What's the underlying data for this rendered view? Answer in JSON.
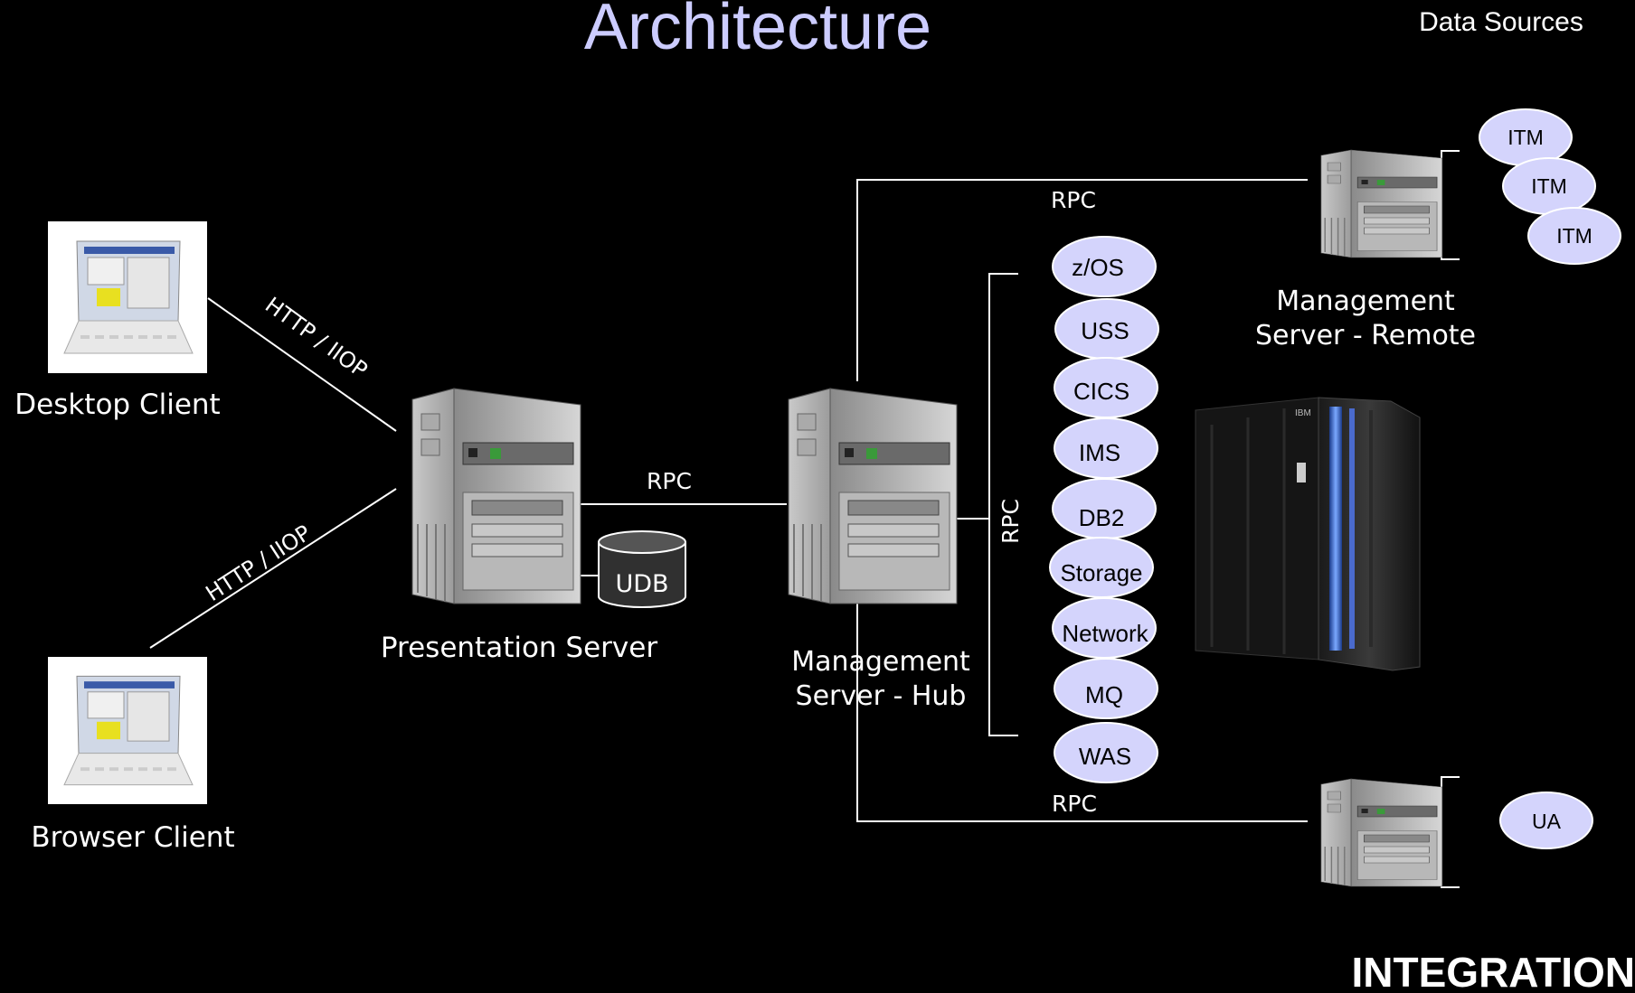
{
  "title": "Architecture",
  "data_sources_label": "Data Sources",
  "footer": "INTEGRATION",
  "clients": {
    "desktop": "Desktop Client",
    "browser": "Browser Client"
  },
  "links": {
    "desktop_protocol": "HTTP / IIOP",
    "browser_protocol": "HTTP / IIOP",
    "pres_to_hub": "RPC",
    "hub_to_remote": "RPC",
    "hub_to_sources": "RPC",
    "hub_to_ua": "RPC"
  },
  "servers": {
    "presentation": "Presentation Server",
    "hub_line1": "Management",
    "hub_line2": "Server - Hub",
    "remote_line1": "Management",
    "remote_line2": "Server - Remote"
  },
  "database": "UDB",
  "data_sources": [
    "z/OS",
    "USS",
    "CICS",
    "IMS",
    "DB2",
    "Storage",
    "Network",
    "MQ",
    "WAS"
  ],
  "remote_agents": [
    "ITM",
    "ITM",
    "ITM"
  ],
  "ua_agent": "UA",
  "colors": {
    "background": "#000000",
    "title": "#ccccff",
    "pill_fill": "#d4d4fc",
    "pill_text": "#000000",
    "line": "#ffffff"
  }
}
